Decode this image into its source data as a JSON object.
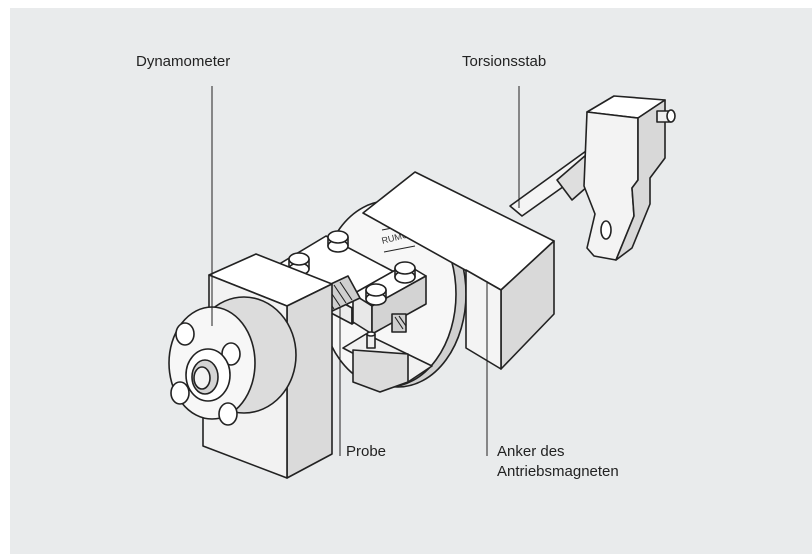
{
  "labels": {
    "dynamometer": "Dynamometer",
    "torsionsstab": "Torsionsstab",
    "probe": "Probe",
    "anker_line1": "Anker des",
    "anker_line2": "Antriebsmagneten",
    "disc_marking": "RUMUL"
  },
  "colors": {
    "panel": "#e9ebec",
    "ink": "#222222",
    "face_light": "#ffffff",
    "face_mid": "#f1f1f1",
    "face_dark": "#dcdcdc"
  }
}
